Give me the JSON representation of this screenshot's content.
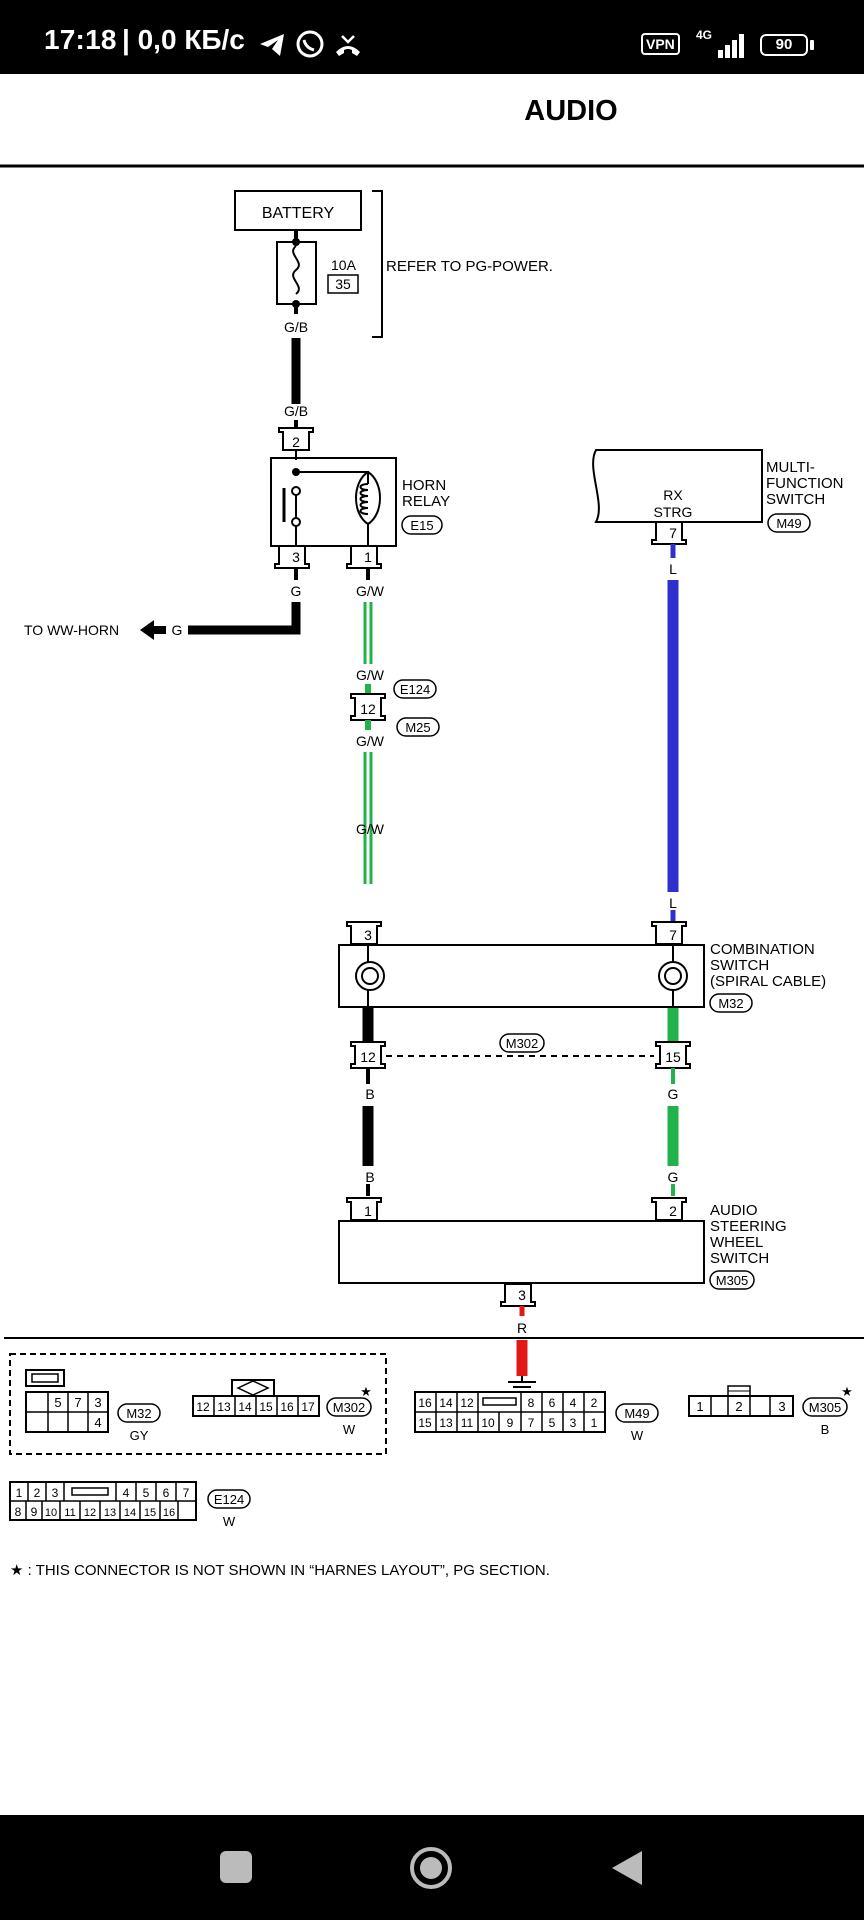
{
  "status_bar": {
    "time": "17:18",
    "speed": "| 0,0 КБ/с",
    "vpn": "VPN",
    "network": "4G",
    "battery": "90"
  },
  "diagram": {
    "title": "AUDIO",
    "battery": "BATTERY",
    "fuse_amp": "10A",
    "fuse_no": "35",
    "refer": "REFER TO PG-POWER.",
    "wire_gb_1": "G/B",
    "wire_gb_2": "G/B",
    "relay_pin2": "2",
    "relay_pin3": "3",
    "relay_pin1": "1",
    "relay_label_1": "HORN",
    "relay_label_2": "RELAY",
    "relay_conn": "E15",
    "wire_g_1": "G",
    "wire_gw_1": "G/W",
    "to_horn": "TO WW-HORN",
    "to_horn_wire": "G",
    "wire_gw_2": "G/W",
    "conn_e124": "E124",
    "pin_12_a": "12",
    "wire_gw_3": "G/W",
    "conn_m25": "M25",
    "wire_gw_4": "G/W",
    "mfs_label_1": "MULTI-",
    "mfs_label_2": "FUNCTION",
    "mfs_label_3": "SWITCH",
    "mfs_conn": "M49",
    "rx": "RX",
    "strg": "STRG",
    "mfs_pin": "7",
    "wire_l_1": "L",
    "wire_l_2": "L",
    "comb_pin3": "3",
    "comb_pin7": "7",
    "comb_label_1": "COMBINATION",
    "comb_label_2": "SWITCH",
    "comb_label_3": "(SPIRAL CABLE)",
    "comb_conn": "M32",
    "m302": "M302",
    "pin_12_b": "12",
    "pin_15": "15",
    "wire_b_1": "B",
    "wire_g_2": "G",
    "wire_b_2": "B",
    "wire_g_3": "G",
    "asw_pin1": "1",
    "asw_pin2": "2",
    "asw_label_1": "AUDIO",
    "asw_label_2": "STEERING",
    "asw_label_3": "WHEEL",
    "asw_label_4": "SWITCH",
    "asw_conn": "M305",
    "asw_pin3": "3",
    "wire_r": "R",
    "footnote": "★ : THIS CONNECTOR IS NOT SHOWN IN “HARNES LAYOUT”, PG SECTION."
  },
  "connectors": {
    "m32": {
      "id": "M32",
      "color": "GY",
      "top": [
        "5",
        "7",
        "3"
      ],
      "bottom": [
        "4"
      ]
    },
    "m302": {
      "id": "M302",
      "color": "W",
      "pins": [
        "12",
        "13",
        "14",
        "15",
        "16",
        "17"
      ],
      "star": "★"
    },
    "m49": {
      "id": "M49",
      "color": "W",
      "top": [
        "16",
        "14",
        "12",
        "8",
        "6",
        "4",
        "2"
      ],
      "bottom": [
        "15",
        "13",
        "11",
        "10",
        "9",
        "7",
        "5",
        "3",
        "1"
      ]
    },
    "m305": {
      "id": "M305",
      "color": "B",
      "pins": [
        "1",
        "2",
        "3"
      ],
      "star": "★"
    },
    "e124": {
      "id": "E124",
      "color": "W",
      "top": [
        "1",
        "2",
        "3",
        "4",
        "5",
        "6",
        "7"
      ],
      "bottom": [
        "8",
        "9",
        "10",
        "11",
        "12",
        "13",
        "14",
        "15",
        "16"
      ]
    }
  },
  "nav": {
    "recents": "square-icon",
    "home": "circle-icon",
    "back": "triangle-icon"
  },
  "colors": {
    "wire_green": "#22b24c",
    "wire_blue": "#3030d0",
    "wire_red": "#e01818",
    "wire_black": "#000000"
  }
}
